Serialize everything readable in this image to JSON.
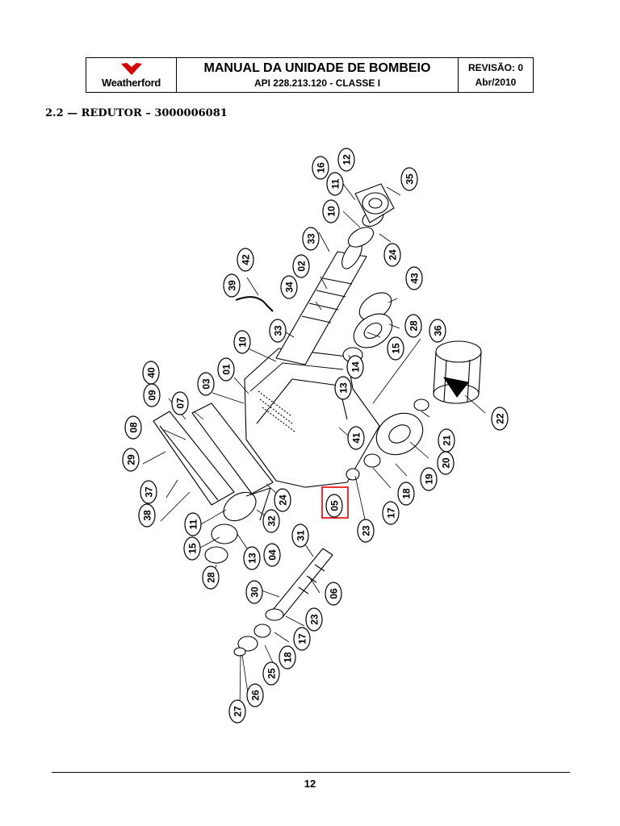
{
  "header": {
    "logo_text": "Weatherford",
    "title": "MANUAL DA UNIDADE DE BOMBEIO",
    "subtitle": "API 228.213.120 - CLASSE I",
    "revision": "REVISÃO: 0",
    "date": "Abr/2010"
  },
  "section": {
    "title": "2.2 — REDUTOR – 3000006081"
  },
  "parts": [
    {
      "label": "16",
      "highlight": false
    },
    {
      "label": "12",
      "highlight": false
    },
    {
      "label": "11",
      "highlight": false
    },
    {
      "label": "35",
      "highlight": false
    },
    {
      "label": "10",
      "highlight": false
    },
    {
      "label": "33",
      "highlight": false
    },
    {
      "label": "24",
      "highlight": false
    },
    {
      "label": "42",
      "highlight": false
    },
    {
      "label": "02",
      "highlight": false
    },
    {
      "label": "43",
      "highlight": false
    },
    {
      "label": "39",
      "highlight": false
    },
    {
      "label": "34",
      "highlight": false
    },
    {
      "label": "33",
      "highlight": false
    },
    {
      "label": "28",
      "highlight": false
    },
    {
      "label": "36",
      "highlight": false
    },
    {
      "label": "10",
      "highlight": false
    },
    {
      "label": "15",
      "highlight": false
    },
    {
      "label": "01",
      "highlight": false
    },
    {
      "label": "14",
      "highlight": false
    },
    {
      "label": "40",
      "highlight": false
    },
    {
      "label": "03",
      "highlight": false
    },
    {
      "label": "13",
      "highlight": false
    },
    {
      "label": "09",
      "highlight": false
    },
    {
      "label": "07",
      "highlight": false
    },
    {
      "label": "22",
      "highlight": false
    },
    {
      "label": "08",
      "highlight": false
    },
    {
      "label": "41",
      "highlight": false
    },
    {
      "label": "21",
      "highlight": false
    },
    {
      "label": "20",
      "highlight": false
    },
    {
      "label": "29",
      "highlight": false
    },
    {
      "label": "19",
      "highlight": false
    },
    {
      "label": "37",
      "highlight": false
    },
    {
      "label": "18",
      "highlight": false
    },
    {
      "label": "24",
      "highlight": false
    },
    {
      "label": "05",
      "highlight": true
    },
    {
      "label": "17",
      "highlight": false
    },
    {
      "label": "38",
      "highlight": false
    },
    {
      "label": "23",
      "highlight": false
    },
    {
      "label": "11",
      "highlight": false
    },
    {
      "label": "32",
      "highlight": false
    },
    {
      "label": "31",
      "highlight": false
    },
    {
      "label": "15",
      "highlight": false
    },
    {
      "label": "13",
      "highlight": false
    },
    {
      "label": "04",
      "highlight": false
    },
    {
      "label": "28",
      "highlight": false
    },
    {
      "label": "30",
      "highlight": false
    },
    {
      "label": "06",
      "highlight": false
    },
    {
      "label": "23",
      "highlight": false
    },
    {
      "label": "17",
      "highlight": false
    },
    {
      "label": "18",
      "highlight": false
    },
    {
      "label": "25",
      "highlight": false
    },
    {
      "label": "26",
      "highlight": false
    },
    {
      "label": "27",
      "highlight": false
    }
  ],
  "footer": {
    "page_number": "12"
  }
}
